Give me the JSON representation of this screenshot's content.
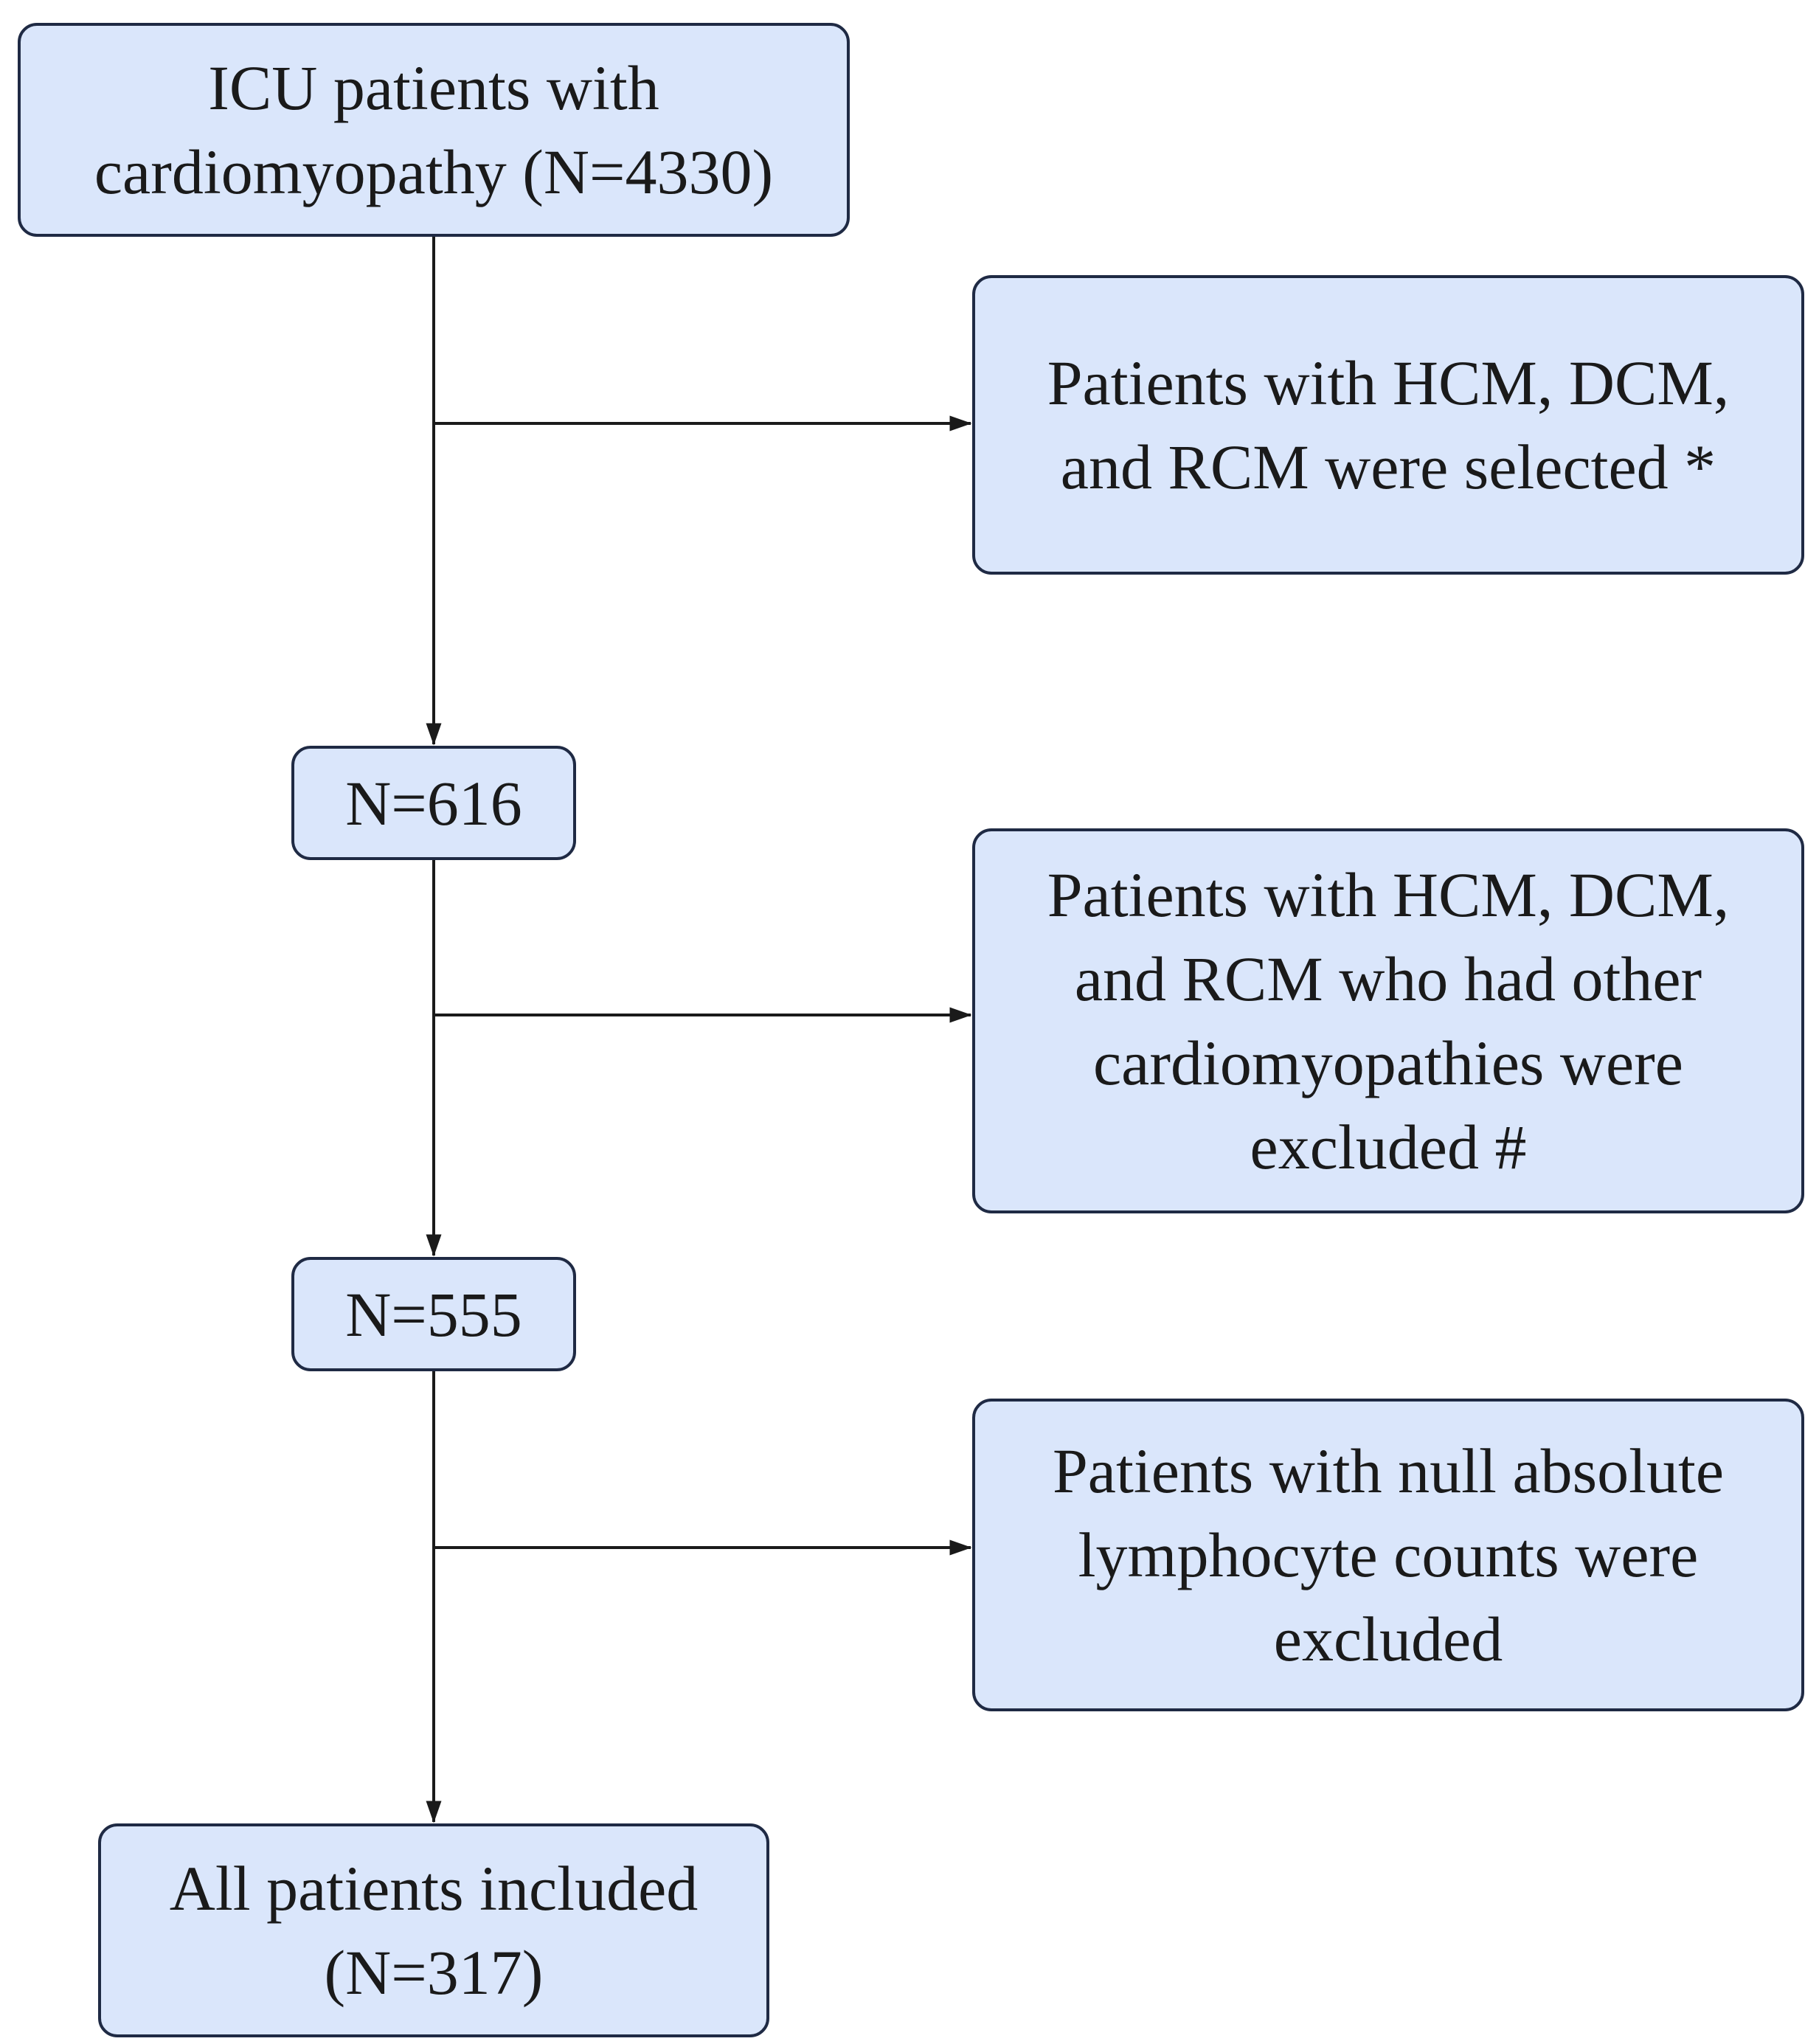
{
  "flowchart": {
    "nodes": {
      "icu_patients": "ICU patients with\ncardiomyopathy (N=4330)",
      "selected": "Patients with HCM, DCM,\nand RCM were selected *",
      "n616": "N=616",
      "other_excluded": "Patients with HCM, DCM,\nand RCM who had other\ncardiomyopathies were\nexcluded #",
      "n555": "N=555",
      "null_excluded": "Patients with null absolute\nlymphocyte counts were\nexcluded",
      "final": "All  patients included\n(N=317)"
    },
    "counts": {
      "initial": 4330,
      "after_selection": 616,
      "after_other_exclusion": 555,
      "final_included": 317
    },
    "colors": {
      "box_fill": "#dae6fb",
      "box_border": "#1f2a44",
      "line": "#1a1a1a"
    }
  }
}
